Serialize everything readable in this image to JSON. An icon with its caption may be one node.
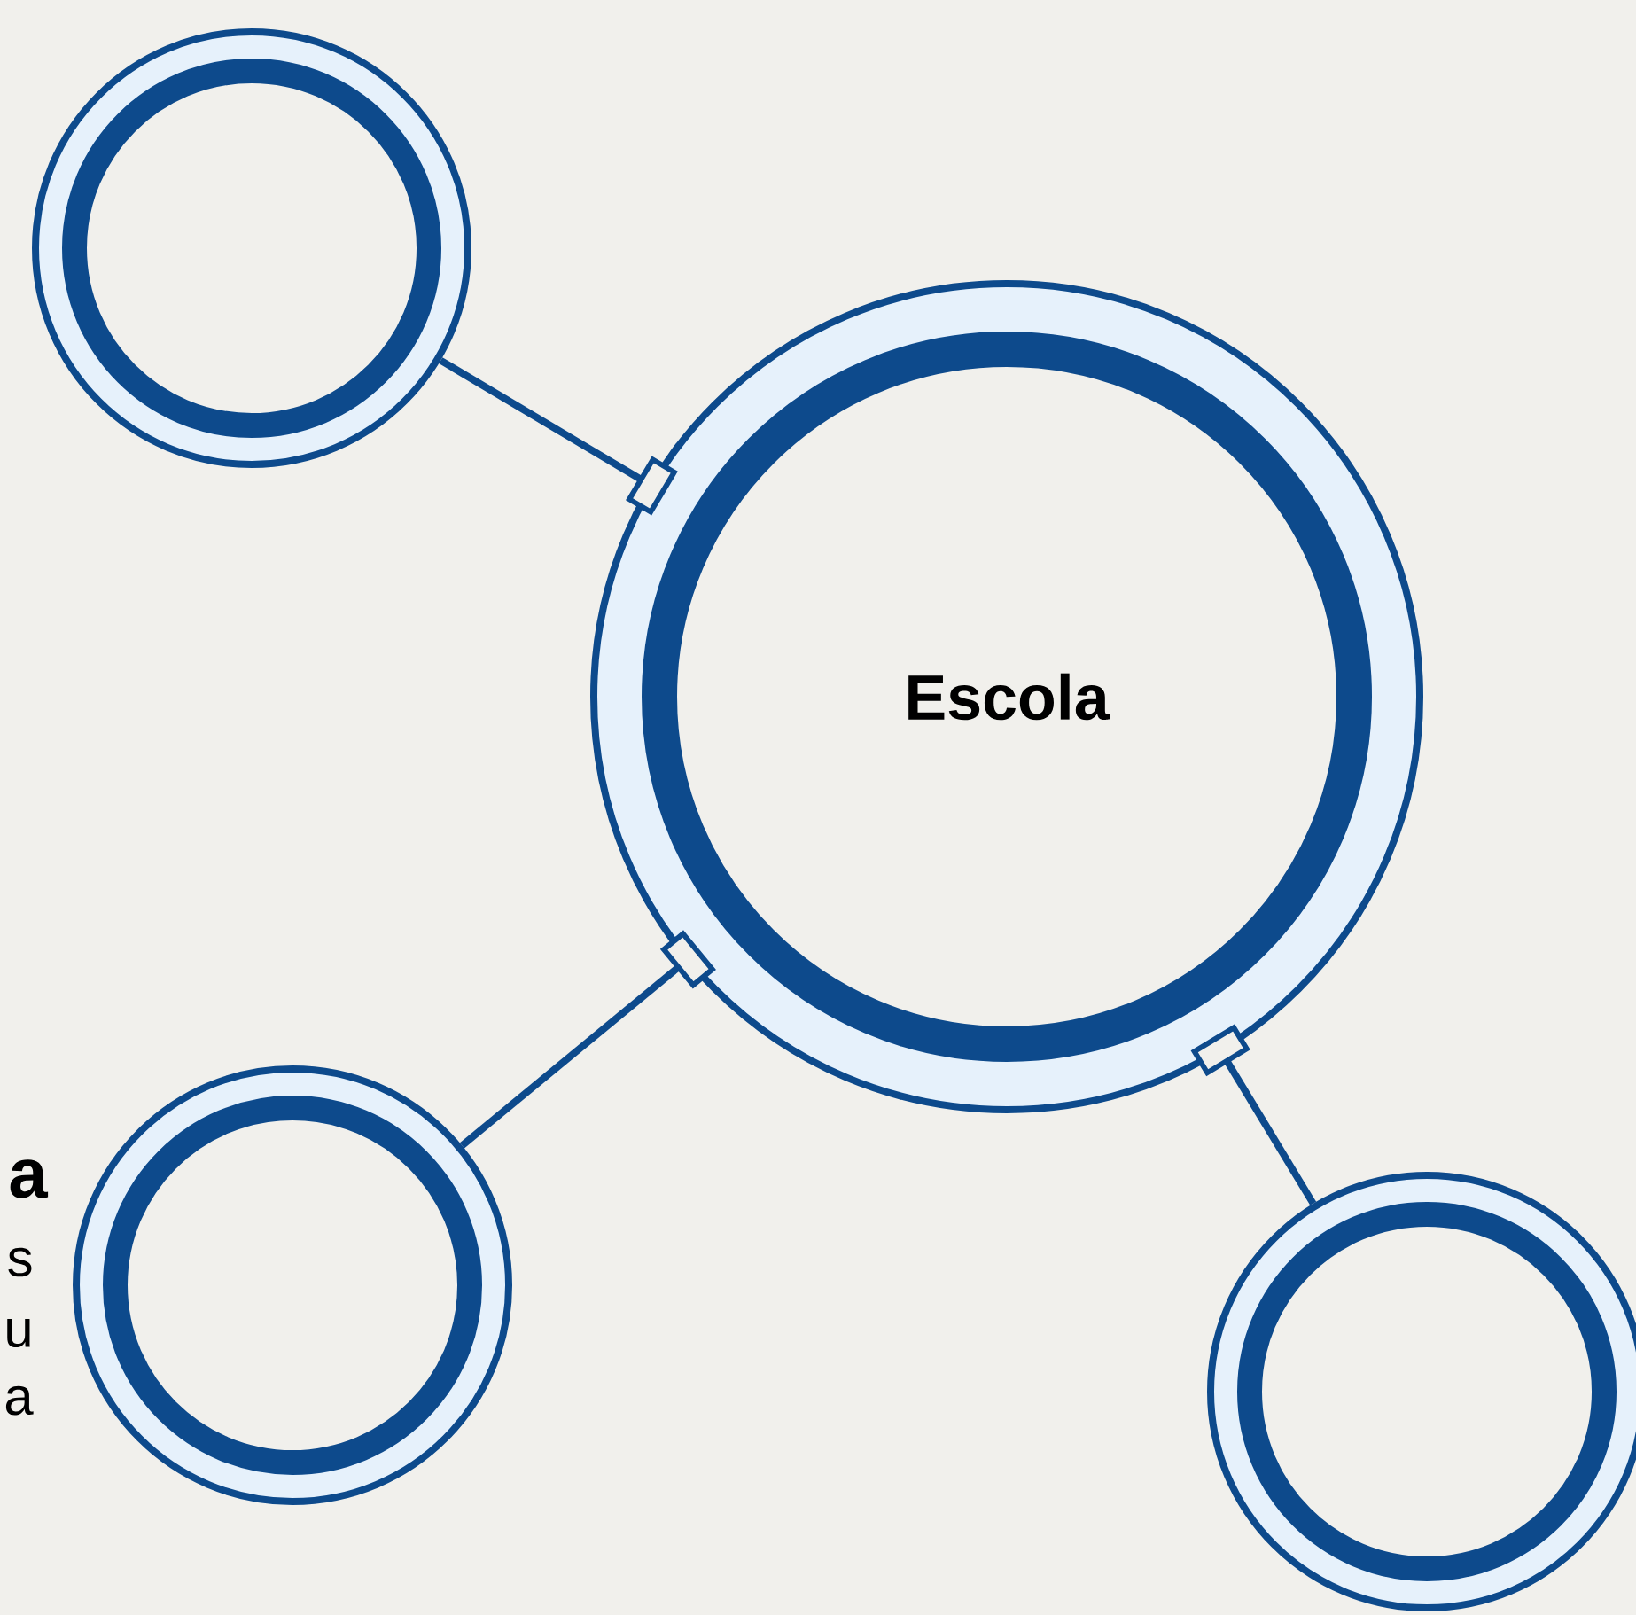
{
  "diagram": {
    "nodes": [
      {
        "text": [
          "Escola"
        ]
      },
      {
        "text": [],
        "shape": "circle"
      },
      {
        "text": [],
        "shape": "circle"
      },
      {
        "text": [],
        "shape": "circle"
      }
    ],
    "edges": [
      {
        "from": 0,
        "to": 1,
        "arrow": "other"
      },
      {
        "from": 0,
        "to": 2,
        "arrow": "other"
      },
      {
        "from": 0,
        "to": 3,
        "arrow": "other"
      }
    ],
    "labels": [
      "a",
      "s",
      "u",
      "a"
    ]
  }
}
